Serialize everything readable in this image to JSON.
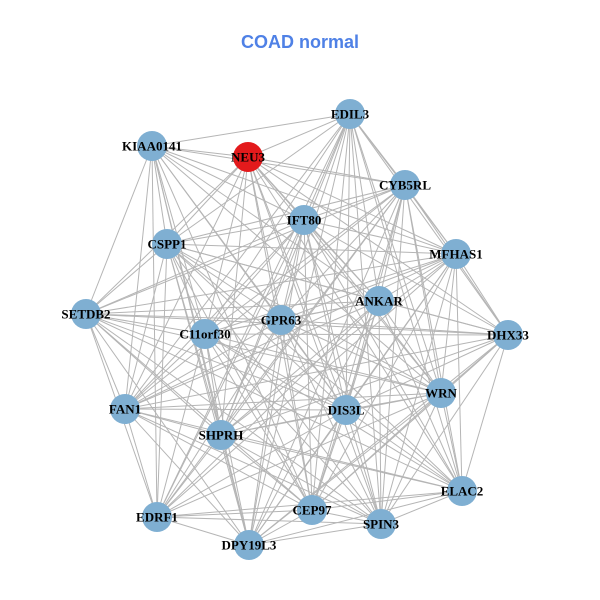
{
  "title": "COAD normal",
  "colors": {
    "title": "#4F81E6",
    "node": "#7FAFD2",
    "highlight_node": "#E31A1C",
    "edge": "#B5B5B5"
  },
  "nodes": [
    {
      "id": "EDIL3",
      "label": "EDIL3"
    },
    {
      "id": "KIAA0141",
      "label": "KIAA0141"
    },
    {
      "id": "NEU3",
      "label": "NEU3",
      "highlight": true
    },
    {
      "id": "CYB5RL",
      "label": "CYB5RL"
    },
    {
      "id": "IFT80",
      "label": "IFT80"
    },
    {
      "id": "CSPP1",
      "label": "CSPP1"
    },
    {
      "id": "MFHAS1",
      "label": "MFHAS1"
    },
    {
      "id": "ANKAR",
      "label": "ANKAR"
    },
    {
      "id": "SETDB2",
      "label": "SETDB2"
    },
    {
      "id": "GPR63",
      "label": "GPR63"
    },
    {
      "id": "C11orf30",
      "label": "C11orf30"
    },
    {
      "id": "DHX33",
      "label": "DHX33"
    },
    {
      "id": "WRN",
      "label": "WRN"
    },
    {
      "id": "FAN1",
      "label": "FAN1"
    },
    {
      "id": "DIS3L",
      "label": "DIS3L"
    },
    {
      "id": "SHPRH",
      "label": "SHPRH"
    },
    {
      "id": "ELAC2",
      "label": "ELAC2"
    },
    {
      "id": "CEP97",
      "label": "CEP97"
    },
    {
      "id": "EDRF1",
      "label": "EDRF1"
    },
    {
      "id": "SPIN3",
      "label": "SPIN3"
    },
    {
      "id": "DPY19L3",
      "label": "DPY19L3"
    }
  ],
  "edges": [
    [
      "EDIL3",
      "KIAA0141"
    ],
    [
      "EDIL3",
      "NEU3"
    ],
    [
      "EDIL3",
      "CYB5RL"
    ],
    [
      "EDIL3",
      "IFT80"
    ],
    [
      "EDIL3",
      "CSPP1"
    ],
    [
      "EDIL3",
      "MFHAS1"
    ],
    [
      "EDIL3",
      "ANKAR"
    ],
    [
      "EDIL3",
      "GPR63"
    ],
    [
      "EDIL3",
      "C11orf30"
    ],
    [
      "EDIL3",
      "DHX33"
    ],
    [
      "EDIL3",
      "WRN"
    ],
    [
      "EDIL3",
      "DIS3L"
    ],
    [
      "EDIL3",
      "SHPRH"
    ],
    [
      "EDIL3",
      "CEP97"
    ],
    [
      "EDIL3",
      "SPIN3"
    ],
    [
      "EDIL3",
      "DPY19L3"
    ],
    [
      "EDIL3",
      "FAN1"
    ],
    [
      "EDIL3",
      "ELAC2"
    ],
    [
      "EDIL3",
      "EDRF1"
    ],
    [
      "KIAA0141",
      "NEU3"
    ],
    [
      "KIAA0141",
      "CYB5RL"
    ],
    [
      "KIAA0141",
      "IFT80"
    ],
    [
      "KIAA0141",
      "CSPP1"
    ],
    [
      "KIAA0141",
      "SETDB2"
    ],
    [
      "KIAA0141",
      "GPR63"
    ],
    [
      "KIAA0141",
      "C11orf30"
    ],
    [
      "KIAA0141",
      "FAN1"
    ],
    [
      "KIAA0141",
      "SHPRH"
    ],
    [
      "KIAA0141",
      "EDRF1"
    ],
    [
      "KIAA0141",
      "DPY19L3"
    ],
    [
      "KIAA0141",
      "DIS3L"
    ],
    [
      "KIAA0141",
      "ANKAR"
    ],
    [
      "KIAA0141",
      "WRN"
    ],
    [
      "KIAA0141",
      "MFHAS1"
    ],
    [
      "KIAA0141",
      "CEP97"
    ],
    [
      "NEU3",
      "CYB5RL"
    ],
    [
      "NEU3",
      "IFT80"
    ],
    [
      "NEU3",
      "CSPP1"
    ],
    [
      "NEU3",
      "ANKAR"
    ],
    [
      "NEU3",
      "GPR63"
    ],
    [
      "NEU3",
      "SETDB2"
    ],
    [
      "NEU3",
      "C11orf30"
    ],
    [
      "NEU3",
      "DIS3L"
    ],
    [
      "NEU3",
      "MFHAS1"
    ],
    [
      "NEU3",
      "WRN"
    ],
    [
      "NEU3",
      "SHPRH"
    ],
    [
      "NEU3",
      "DHX33"
    ],
    [
      "NEU3",
      "SPIN3"
    ],
    [
      "NEU3",
      "FAN1"
    ],
    [
      "NEU3",
      "ELAC2"
    ],
    [
      "NEU3",
      "CEP97"
    ],
    [
      "CYB5RL",
      "IFT80"
    ],
    [
      "CYB5RL",
      "CSPP1"
    ],
    [
      "CYB5RL",
      "MFHAS1"
    ],
    [
      "CYB5RL",
      "ANKAR"
    ],
    [
      "CYB5RL",
      "SETDB2"
    ],
    [
      "CYB5RL",
      "GPR63"
    ],
    [
      "CYB5RL",
      "C11orf30"
    ],
    [
      "CYB5RL",
      "DHX33"
    ],
    [
      "CYB5RL",
      "WRN"
    ],
    [
      "CYB5RL",
      "DIS3L"
    ],
    [
      "CYB5RL",
      "SHPRH"
    ],
    [
      "CYB5RL",
      "ELAC2"
    ],
    [
      "CYB5RL",
      "CEP97"
    ],
    [
      "CYB5RL",
      "EDRF1"
    ],
    [
      "CYB5RL",
      "SPIN3"
    ],
    [
      "CYB5RL",
      "DPY19L3"
    ],
    [
      "CYB5RL",
      "FAN1"
    ],
    [
      "IFT80",
      "CSPP1"
    ],
    [
      "IFT80",
      "MFHAS1"
    ],
    [
      "IFT80",
      "ANKAR"
    ],
    [
      "IFT80",
      "SETDB2"
    ],
    [
      "IFT80",
      "GPR63"
    ],
    [
      "IFT80",
      "C11orf30"
    ],
    [
      "IFT80",
      "DHX33"
    ],
    [
      "IFT80",
      "WRN"
    ],
    [
      "IFT80",
      "DIS3L"
    ],
    [
      "IFT80",
      "SHPRH"
    ],
    [
      "IFT80",
      "ELAC2"
    ],
    [
      "IFT80",
      "CEP97"
    ],
    [
      "IFT80",
      "SPIN3"
    ],
    [
      "IFT80",
      "DPY19L3"
    ],
    [
      "IFT80",
      "FAN1"
    ],
    [
      "IFT80",
      "EDRF1"
    ],
    [
      "CSPP1",
      "MFHAS1"
    ],
    [
      "CSPP1",
      "ANKAR"
    ],
    [
      "CSPP1",
      "SETDB2"
    ],
    [
      "CSPP1",
      "GPR63"
    ],
    [
      "CSPP1",
      "C11orf30"
    ],
    [
      "CSPP1",
      "DHX33"
    ],
    [
      "CSPP1",
      "WRN"
    ],
    [
      "CSPP1",
      "DIS3L"
    ],
    [
      "CSPP1",
      "SHPRH"
    ],
    [
      "CSPP1",
      "ELAC2"
    ],
    [
      "CSPP1",
      "CEP97"
    ],
    [
      "CSPP1",
      "SPIN3"
    ],
    [
      "CSPP1",
      "DPY19L3"
    ],
    [
      "CSPP1",
      "FAN1"
    ],
    [
      "CSPP1",
      "EDRF1"
    ],
    [
      "MFHAS1",
      "ANKAR"
    ],
    [
      "MFHAS1",
      "SETDB2"
    ],
    [
      "MFHAS1",
      "GPR63"
    ],
    [
      "MFHAS1",
      "C11orf30"
    ],
    [
      "MFHAS1",
      "DHX33"
    ],
    [
      "MFHAS1",
      "WRN"
    ],
    [
      "MFHAS1",
      "DIS3L"
    ],
    [
      "MFHAS1",
      "SHPRH"
    ],
    [
      "MFHAS1",
      "ELAC2"
    ],
    [
      "MFHAS1",
      "CEP97"
    ],
    [
      "MFHAS1",
      "SPIN3"
    ],
    [
      "MFHAS1",
      "DPY19L3"
    ],
    [
      "MFHAS1",
      "FAN1"
    ],
    [
      "MFHAS1",
      "EDRF1"
    ],
    [
      "ANKAR",
      "SETDB2"
    ],
    [
      "ANKAR",
      "GPR63"
    ],
    [
      "ANKAR",
      "C11orf30"
    ],
    [
      "ANKAR",
      "DHX33"
    ],
    [
      "ANKAR",
      "WRN"
    ],
    [
      "ANKAR",
      "DIS3L"
    ],
    [
      "ANKAR",
      "SHPRH"
    ],
    [
      "ANKAR",
      "ELAC2"
    ],
    [
      "ANKAR",
      "CEP97"
    ],
    [
      "ANKAR",
      "SPIN3"
    ],
    [
      "ANKAR",
      "DPY19L3"
    ],
    [
      "ANKAR",
      "FAN1"
    ],
    [
      "ANKAR",
      "EDRF1"
    ],
    [
      "SETDB2",
      "GPR63"
    ],
    [
      "SETDB2",
      "C11orf30"
    ],
    [
      "SETDB2",
      "DHX33"
    ],
    [
      "SETDB2",
      "WRN"
    ],
    [
      "SETDB2",
      "DIS3L"
    ],
    [
      "SETDB2",
      "SHPRH"
    ],
    [
      "SETDB2",
      "FAN1"
    ],
    [
      "SETDB2",
      "EDRF1"
    ],
    [
      "SETDB2",
      "CEP97"
    ],
    [
      "SETDB2",
      "SPIN3"
    ],
    [
      "SETDB2",
      "DPY19L3"
    ],
    [
      "SETDB2",
      "ELAC2"
    ],
    [
      "GPR63",
      "C11orf30"
    ],
    [
      "GPR63",
      "DHX33"
    ],
    [
      "GPR63",
      "WRN"
    ],
    [
      "GPR63",
      "DIS3L"
    ],
    [
      "GPR63",
      "SHPRH"
    ],
    [
      "GPR63",
      "ELAC2"
    ],
    [
      "GPR63",
      "CEP97"
    ],
    [
      "GPR63",
      "SPIN3"
    ],
    [
      "GPR63",
      "DPY19L3"
    ],
    [
      "GPR63",
      "FAN1"
    ],
    [
      "GPR63",
      "EDRF1"
    ],
    [
      "C11orf30",
      "DHX33"
    ],
    [
      "C11orf30",
      "WRN"
    ],
    [
      "C11orf30",
      "DIS3L"
    ],
    [
      "C11orf30",
      "SHPRH"
    ],
    [
      "C11orf30",
      "ELAC2"
    ],
    [
      "C11orf30",
      "CEP97"
    ],
    [
      "C11orf30",
      "SPIN3"
    ],
    [
      "C11orf30",
      "DPY19L3"
    ],
    [
      "C11orf30",
      "FAN1"
    ],
    [
      "C11orf30",
      "EDRF1"
    ],
    [
      "DHX33",
      "WRN"
    ],
    [
      "DHX33",
      "DIS3L"
    ],
    [
      "DHX33",
      "SHPRH"
    ],
    [
      "DHX33",
      "ELAC2"
    ],
    [
      "DHX33",
      "CEP97"
    ],
    [
      "DHX33",
      "SPIN3"
    ],
    [
      "DHX33",
      "DPY19L3"
    ],
    [
      "DHX33",
      "FAN1"
    ],
    [
      "WRN",
      "DIS3L"
    ],
    [
      "WRN",
      "SHPRH"
    ],
    [
      "WRN",
      "ELAC2"
    ],
    [
      "WRN",
      "CEP97"
    ],
    [
      "WRN",
      "SPIN3"
    ],
    [
      "WRN",
      "DPY19L3"
    ],
    [
      "WRN",
      "FAN1"
    ],
    [
      "WRN",
      "EDRF1"
    ],
    [
      "FAN1",
      "DIS3L"
    ],
    [
      "FAN1",
      "SHPRH"
    ],
    [
      "FAN1",
      "ELAC2"
    ],
    [
      "FAN1",
      "CEP97"
    ],
    [
      "FAN1",
      "SPIN3"
    ],
    [
      "FAN1",
      "DPY19L3"
    ],
    [
      "FAN1",
      "EDRF1"
    ],
    [
      "DIS3L",
      "SHPRH"
    ],
    [
      "DIS3L",
      "ELAC2"
    ],
    [
      "DIS3L",
      "CEP97"
    ],
    [
      "DIS3L",
      "SPIN3"
    ],
    [
      "DIS3L",
      "DPY19L3"
    ],
    [
      "DIS3L",
      "EDRF1"
    ],
    [
      "SHPRH",
      "ELAC2"
    ],
    [
      "SHPRH",
      "CEP97"
    ],
    [
      "SHPRH",
      "SPIN3"
    ],
    [
      "SHPRH",
      "DPY19L3"
    ],
    [
      "SHPRH",
      "EDRF1"
    ],
    [
      "ELAC2",
      "CEP97"
    ],
    [
      "ELAC2",
      "SPIN3"
    ],
    [
      "ELAC2",
      "DPY19L3"
    ],
    [
      "ELAC2",
      "EDRF1"
    ],
    [
      "CEP97",
      "SPIN3"
    ],
    [
      "CEP97",
      "DPY19L3"
    ],
    [
      "CEP97",
      "EDRF1"
    ],
    [
      "EDRF1",
      "SPIN3"
    ],
    [
      "EDRF1",
      "DPY19L3"
    ],
    [
      "SPIN3",
      "DPY19L3"
    ]
  ]
}
